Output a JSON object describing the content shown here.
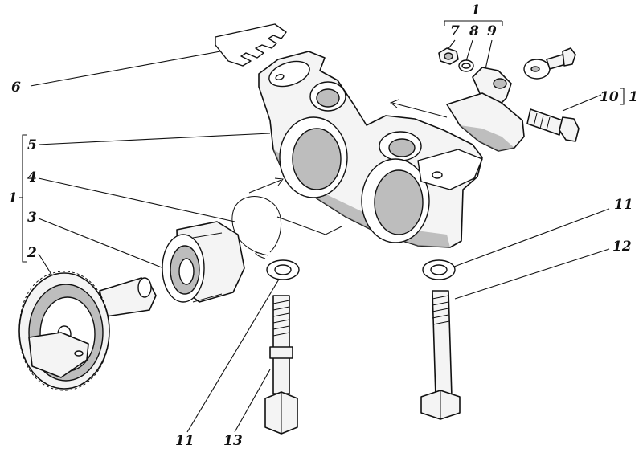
{
  "labels": {
    "l1_top": "1",
    "l7": "7",
    "l8": "8",
    "l9": "9",
    "l6": "6",
    "l10": "10",
    "l10_group": "1",
    "l5": "5",
    "l4": "4",
    "l1_left": "1",
    "l3": "3",
    "l2": "2",
    "l11_right": "11",
    "l12": "12",
    "l11_bottom": "11",
    "l13": "13"
  }
}
